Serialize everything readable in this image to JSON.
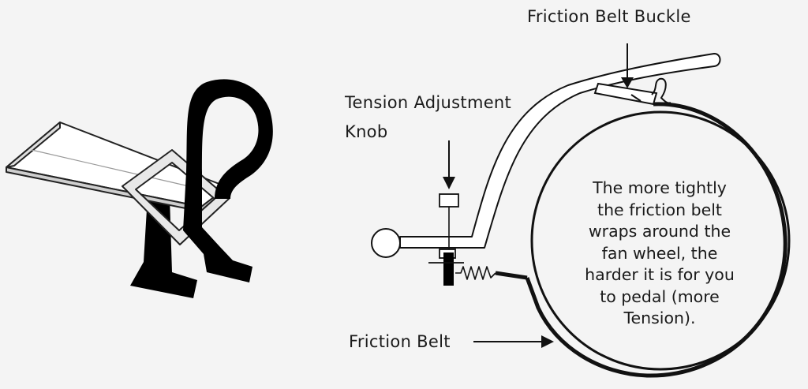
{
  "labels": {
    "buckle": "Friction Belt Buckle",
    "knob_line1": "Tension Adjustment",
    "knob_line2": "Knob",
    "belt": "Friction Belt"
  },
  "caption_lines": [
    "The more tightly",
    "the friction belt",
    "wraps around the",
    "fan wheel, the",
    "harder it is for you",
    "to pedal (more",
    "Tension)."
  ],
  "colors": {
    "background": "#f4f4f4",
    "ink": "#1a1a1a",
    "belt": "#111111"
  }
}
